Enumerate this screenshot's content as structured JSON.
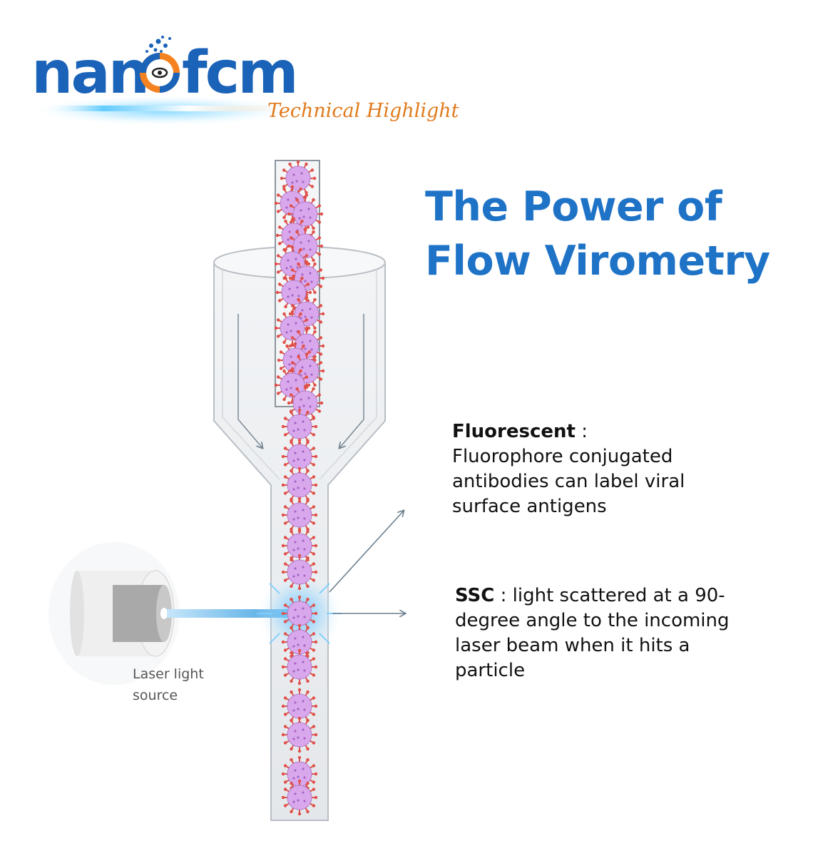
{
  "logo": {
    "brand_prefix": "nan",
    "brand_suffix": "fcm",
    "tagline": "Technical Highlight",
    "colors": {
      "brand_blue": "#1a63b8",
      "brand_orange": "#f58220",
      "glow": "#7fd6ff"
    }
  },
  "title": {
    "line1": "The Power of",
    "line2": "Flow Virometry",
    "color": "#1f73c7"
  },
  "diagram": {
    "laser_label_line1": "Laser light",
    "laser_label_line2": "source",
    "particle_color": "#d9a8ec",
    "spike_color": "#e0504a",
    "tube_color": "#e6e9ec"
  },
  "annotations": {
    "fluorescent": {
      "term": "Fluorescent",
      "separator": " :",
      "text": "Fluorophore conjugated antibodies can label viral surface antigens"
    },
    "ssc": {
      "term": "SSC",
      "separator": " : ",
      "text": "light scattered at a 90-degree angle to the incoming laser beam when it hits a particle"
    }
  }
}
